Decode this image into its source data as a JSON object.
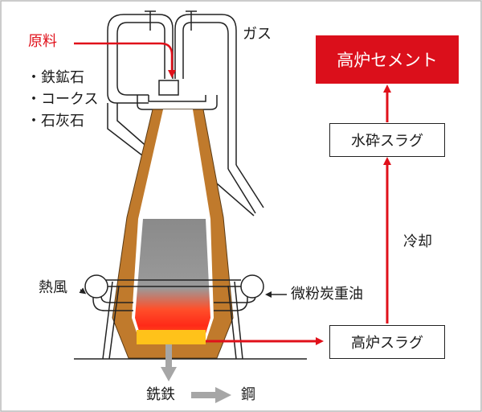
{
  "labels": {
    "raw_materials": "原料",
    "iron_ore": "・鉄鉱石",
    "coke": "・コークス",
    "limestone": "・石灰石",
    "gas": "ガス",
    "hot_blast": "熱風",
    "pulverized_coal": "微粉炭重油",
    "pig_iron": "銑鉄",
    "steel": "鋼",
    "cooling": "冷却"
  },
  "boxes": {
    "blast_furnace_slag": "高炉スラグ",
    "granulated_slag": "水砕スラグ",
    "blast_furnace_cement": "高炉セメント"
  },
  "colors": {
    "accent_red": "#db0f1b",
    "furnace_wall": "#c07a2c",
    "arrow_gray": "#a6a6a6",
    "line": "#222222"
  }
}
